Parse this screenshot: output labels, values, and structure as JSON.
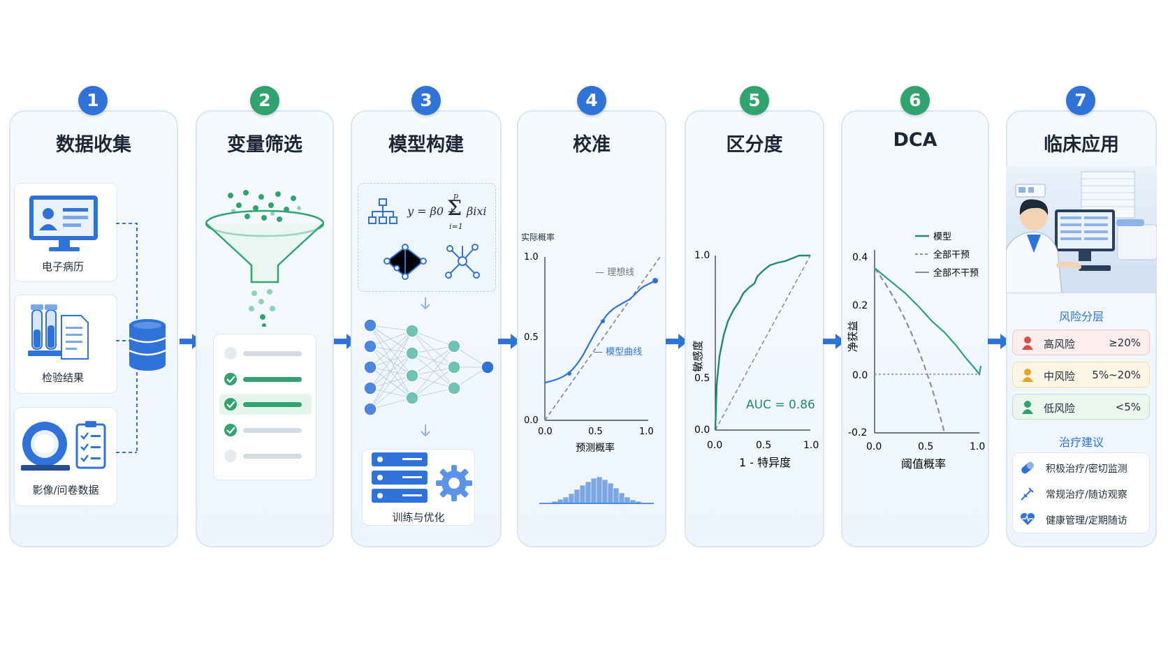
{
  "steps": [
    {
      "num": "1",
      "title": "数据收集"
    },
    {
      "num": "2",
      "title": "变量筛选"
    },
    {
      "num": "3",
      "title": "模型构建"
    },
    {
      "num": "4",
      "title": "校准"
    },
    {
      "num": "5",
      "title": "区分度"
    },
    {
      "num": "6",
      "title": "DCA"
    },
    {
      "num": "7",
      "title": "临床应用"
    }
  ],
  "data_collection": {
    "sources": [
      "电子病历",
      "检验结果",
      "影像/问卷数据"
    ]
  },
  "model_build": {
    "formula_lhs": "y = β0 +",
    "formula_sum": "Σ",
    "formula_top": "p",
    "formula_bottom": "i=1",
    "formula_term": "βixi",
    "train_label": "训练与优化"
  },
  "calibration": {
    "ylabel": "实际概率",
    "xlabel": "预测概率",
    "yticks": [
      "1.0",
      "0.5",
      "0.0"
    ],
    "xticks": [
      "0.0",
      "0.5",
      "1.0"
    ],
    "ideal_label": "— 理想线",
    "model_label": "— 模型曲线"
  },
  "roc": {
    "ylabel": "敏感度",
    "xlabel": "1 - 特异度",
    "yticks": [
      "1.0",
      "0.5",
      "0.0"
    ],
    "xticks": [
      "0.0",
      "0.5",
      "1.0"
    ],
    "auc": "AUC = 0.86"
  },
  "dca": {
    "ylabel": "净获益",
    "xlabel": "阈值概率",
    "yticks": [
      "0.4",
      "0.2",
      "0.0",
      "-0.2"
    ],
    "xticks": [
      "0.0",
      "0.5",
      "1.0"
    ],
    "legend": [
      "模型",
      "全部干预",
      "全部不干预"
    ]
  },
  "clinical": {
    "risk_title": "风险分层",
    "risks": [
      {
        "name": "高风险",
        "value": "≥20%"
      },
      {
        "name": "中风险",
        "value": "5%~20%"
      },
      {
        "name": "低风险",
        "value": "<5%"
      }
    ],
    "treat_title": "治疗建议",
    "treatments": [
      "积极治疗/密切监测",
      "常规治疗/随访观察",
      "健康管理/定期随访"
    ]
  },
  "colors": {
    "blue": "#2f73d8",
    "green": "#30a36e",
    "teal": "#1e8a75"
  }
}
